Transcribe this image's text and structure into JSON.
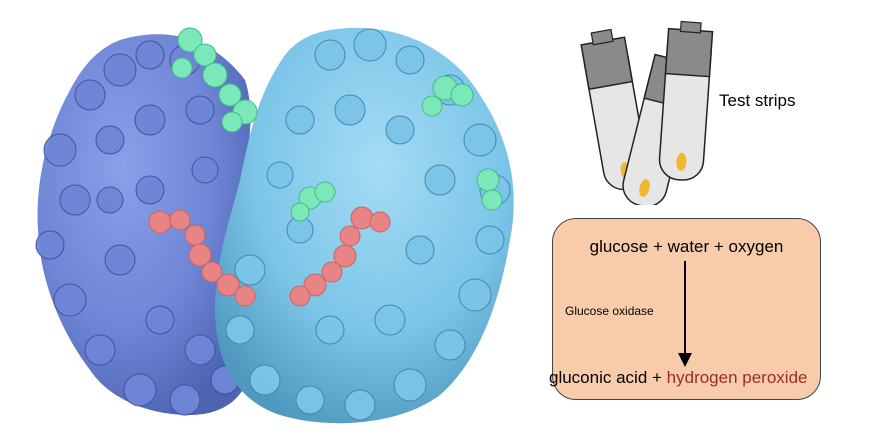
{
  "test_strips": {
    "label": "Test strips"
  },
  "reaction": {
    "reactants": "glucose + water + oxygen",
    "enzyme": "Glucose oxidase",
    "product_1": "gluconic acid",
    "plus": " + ",
    "product_2": "hydrogen peroxide"
  },
  "colors": {
    "chain_a": "#6f86d6",
    "chain_b": "#7cc5e8",
    "sugar": "#7ae8b8",
    "fad": "#e98484",
    "box_fill": "#f8ccaa",
    "product_highlight": "#9b2d28",
    "strip_tab": "#8a8a8a",
    "strip_body": "#e6e6e6",
    "electrode": "#f1b82d"
  }
}
